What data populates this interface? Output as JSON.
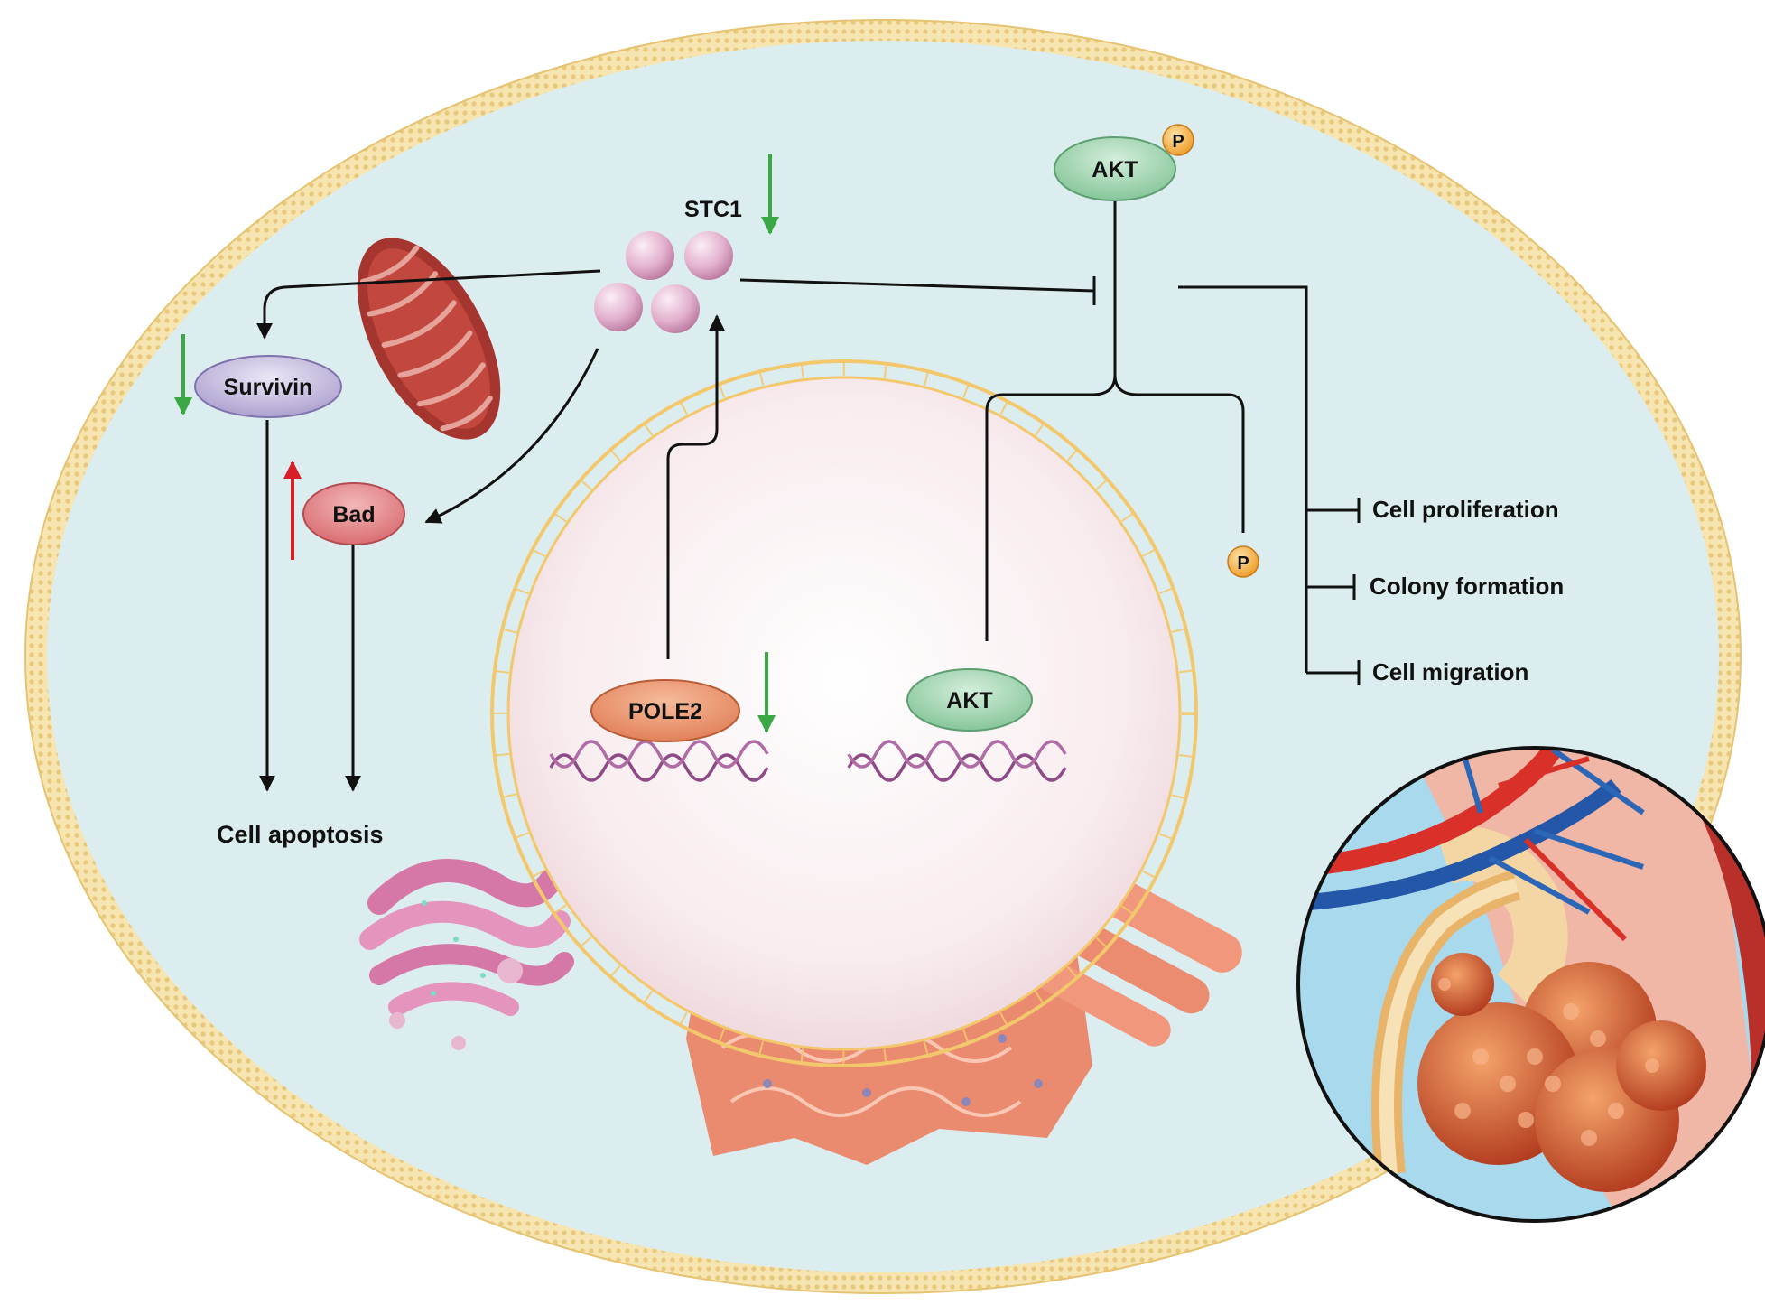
{
  "labels": {
    "stc1": "STC1",
    "akt_top": "AKT",
    "p_top": "P",
    "survivin": "Survivin",
    "bad": "Bad",
    "p_mid": "P",
    "pole2": "POLE2",
    "akt_nuc": "AKT",
    "cell_apoptosis": "Cell apoptosis",
    "cell_proliferation": "Cell proliferation",
    "colony_formation": "Colony formation",
    "cell_migration": "Cell migration"
  },
  "colors": {
    "membrane": "#f2dc9a",
    "cytoplasm": "#dcedef",
    "nucleus_envelope": "#f3c86d",
    "arrow": "#111111",
    "down_regulation": "#3aa845",
    "up_regulation": "#d81e27",
    "stc1_ball": "#e7b9d3",
    "survivin": "#c7bcdf",
    "bad": "#e48a8e",
    "akt": "#9fd3ad",
    "pole2": "#ec9870",
    "phosphate": "#f5ab3a",
    "dna": "#8e4a86"
  },
  "regulation": {
    "stc1": "down",
    "survivin": "down",
    "bad": "up",
    "pole2": "down"
  }
}
